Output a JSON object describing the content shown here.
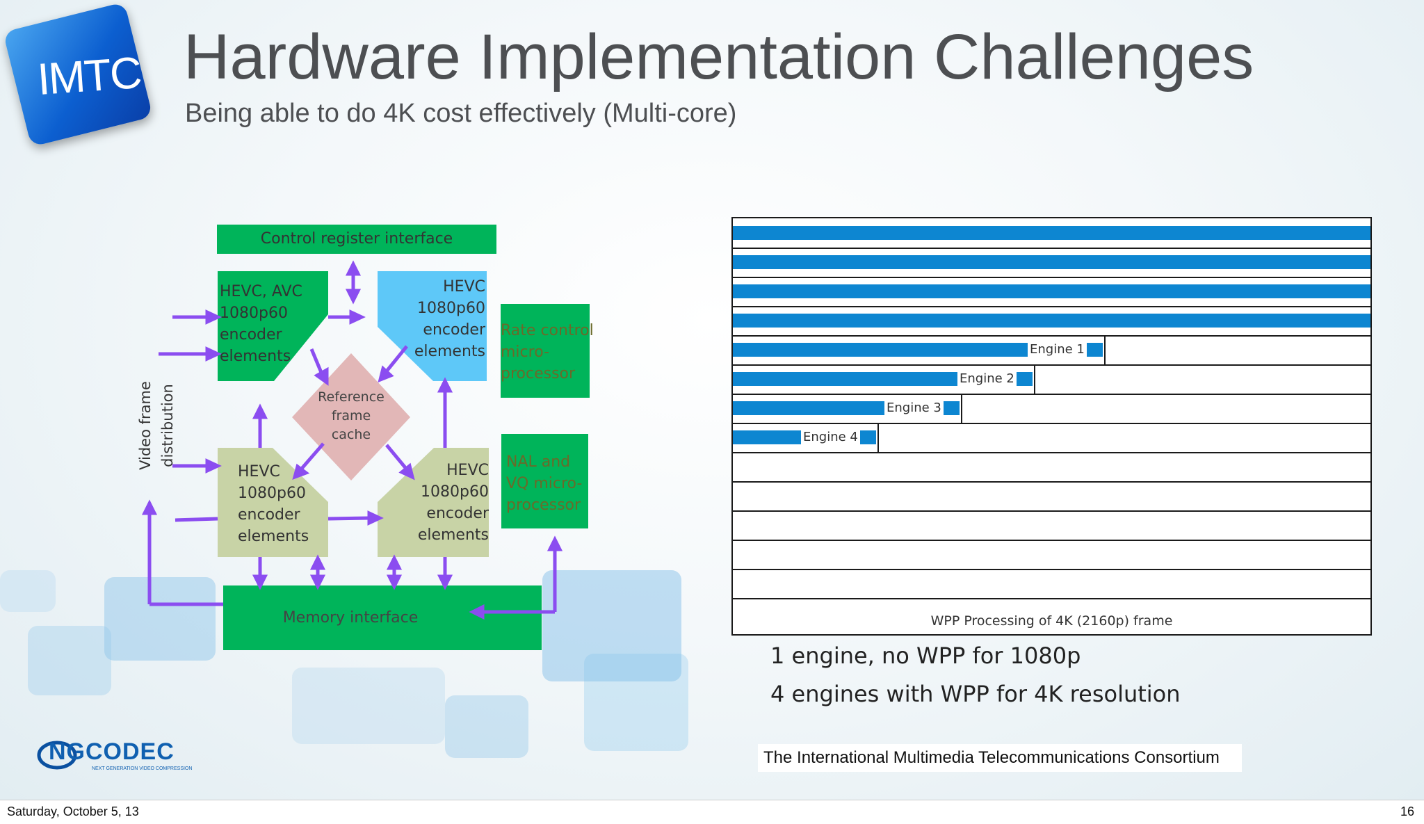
{
  "slide": {
    "logo_text": "IMTC",
    "title": "Hardware Implementation Challenges",
    "subtitle": "Being able to do 4K cost effectively (Multi-core)"
  },
  "diagram": {
    "control_register": "Control register  interface",
    "encoder_tl": [
      "HEVC, AVC",
      "1080p60",
      "encoder",
      "elements"
    ],
    "encoder_tr": [
      "HEVC",
      "1080p60",
      "encoder",
      "elements"
    ],
    "encoder_bl": [
      "HEVC",
      "1080p60",
      "encoder",
      "elements"
    ],
    "encoder_br": [
      "HEVC",
      "1080p60",
      "encoder",
      "elements"
    ],
    "reference_cache": [
      "Reference",
      "frame",
      "cache"
    ],
    "rate_control": [
      "Rate control",
      "micro-",
      "processor"
    ],
    "nal_vq": [
      "NAL and",
      "VQ micro-",
      "processor"
    ],
    "memory_interface": "Memory interface",
    "side_label": [
      "Video frame",
      "distribution"
    ],
    "colors": {
      "green": "#00b45a",
      "blue": "#5ec8f8",
      "olive": "#c8d3a6",
      "pink": "#e2b7b7",
      "arrow": "#8b4df0"
    }
  },
  "chart": {
    "caption": "WPP Processing of 4K (2160p) frame",
    "bar_color": "#0d86d1",
    "full_bars": 4,
    "engines": [
      {
        "label": "Engine 1",
        "value": 0.58
      },
      {
        "label": "Engine 2",
        "value": 0.47
      },
      {
        "label": "Engine 3",
        "value": 0.355
      },
      {
        "label": "Engine 4",
        "value": 0.225
      }
    ]
  },
  "notes": {
    "line1": "1 engine, no WPP for 1080p",
    "line2": "4 engines with WPP for 4K resolution"
  },
  "footer": {
    "ngcodec_logo": "NGCODEC",
    "ngcodec_tagline": "NEXT GENERATION VIDEO COMPRESSION",
    "consortium": "The International Multimedia Telecommunications Consortium",
    "date": "Saturday, October 5, 13",
    "page_number": "16"
  }
}
